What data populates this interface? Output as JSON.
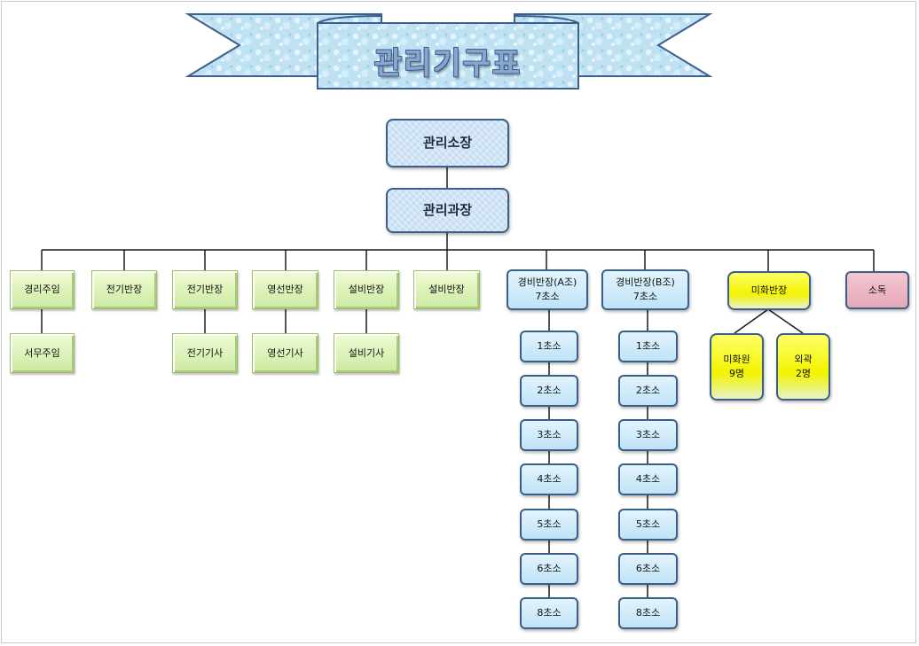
{
  "title": "관리기구표",
  "colors": {
    "line": "#1a1a1a",
    "border_blue": "#3a5f8a",
    "box_green": "#cbeaa0",
    "box_blue": "#bfe3f7",
    "box_yellow": "#f3f300",
    "box_pink": "#e6a9b7"
  },
  "top": {
    "director": "관리소장",
    "manager": "관리과장"
  },
  "departments": {
    "accounting_lead": "경리주임",
    "office_staff": "서무주임",
    "electric_lead_1": "전기반장",
    "electric_lead_2": "전기반장",
    "electric_tech": "전기기사",
    "repair_lead": "영선반장",
    "repair_tech": "영선기사",
    "facility_lead_1": "설비반장",
    "facility_tech": "설비기사",
    "facility_lead_2": "설비반장"
  },
  "security_a": {
    "title": "경비반장(A조)",
    "count": "7초소",
    "posts": [
      "1초소",
      "2초소",
      "3초소",
      "4초소",
      "5초소",
      "6초소",
      "8초소"
    ]
  },
  "security_b": {
    "title": "경비반장(B조)",
    "count": "7초소",
    "posts": [
      "1초소",
      "2초소",
      "3초소",
      "4초소",
      "5초소",
      "6초소",
      "8초소"
    ]
  },
  "cleaning": {
    "lead": "미화반장",
    "staff_label": "미화원",
    "staff_count": "9명",
    "outer_label": "외곽",
    "outer_count": "2명"
  },
  "disinfection": "소독"
}
